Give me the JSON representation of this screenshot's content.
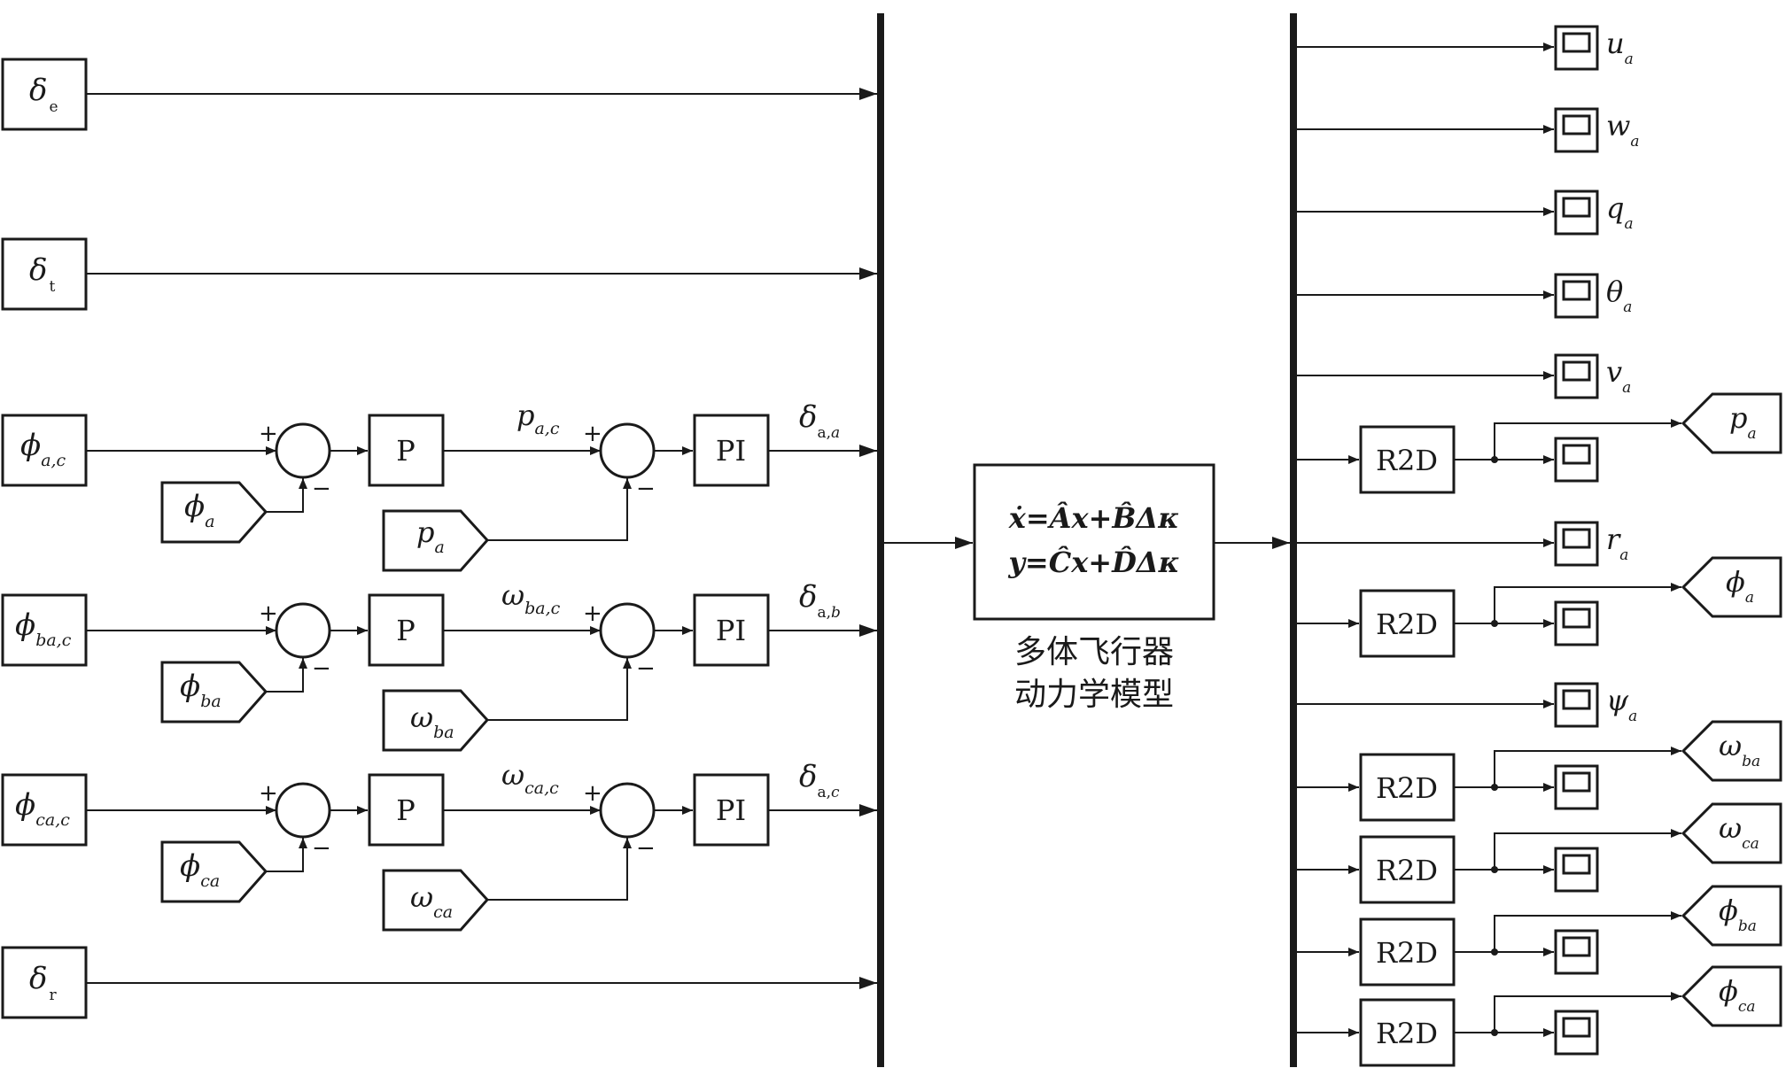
{
  "inputs": {
    "delta_e": {
      "main": "δ",
      "sub": "e"
    },
    "delta_t": {
      "main": "δ",
      "sub": "t"
    },
    "delta_r": {
      "main": "δ",
      "sub": "r"
    }
  },
  "loops": [
    {
      "ref": {
        "main": "ϕ",
        "sub": "a,c"
      },
      "feedback1": {
        "main": "ϕ",
        "sub": "a"
      },
      "outer_gain": "P",
      "inner_ref": {
        "main": "p",
        "sub": "a,c"
      },
      "feedback2": {
        "main": "p",
        "sub": "a"
      },
      "inner_gain": "PI",
      "output": {
        "main": "δ",
        "sub": "a,",
        "sub2": "a"
      }
    },
    {
      "ref": {
        "main": "ϕ",
        "sub": "ba,c"
      },
      "feedback1": {
        "main": "ϕ",
        "sub": "ba"
      },
      "outer_gain": "P",
      "inner_ref": {
        "main": "ω",
        "sub": "ba,c"
      },
      "feedback2": {
        "main": "ω",
        "sub": "ba"
      },
      "inner_gain": "PI",
      "output": {
        "main": "δ",
        "sub": "a,",
        "sub2": "b"
      }
    },
    {
      "ref": {
        "main": "ϕ",
        "sub": "ca,c"
      },
      "feedback1": {
        "main": "ϕ",
        "sub": "ca"
      },
      "outer_gain": "P",
      "inner_ref": {
        "main": "ω",
        "sub": "ca,c"
      },
      "feedback2": {
        "main": "ω",
        "sub": "ca"
      },
      "inner_gain": "PI",
      "output": {
        "main": "δ",
        "sub": "a,",
        "sub2": "c"
      }
    }
  ],
  "signs": {
    "plus": "+",
    "minus": "−"
  },
  "model": {
    "eq1": "ẋ=Âx+B̂Δκ",
    "eq2": "y=Ĉx+D̂Δκ",
    "caption_line1": "多体飞行器",
    "caption_line2": "动力学模型"
  },
  "converter_label": "R2D",
  "outputs": [
    {
      "main": "u",
      "sub": "a"
    },
    {
      "main": "w",
      "sub": "a"
    },
    {
      "main": "q",
      "sub": "a"
    },
    {
      "main": "θ",
      "sub": "a"
    },
    {
      "main": "v",
      "sub": "a"
    },
    {
      "main": "r",
      "sub": "a"
    },
    {
      "main": "ψ",
      "sub": "a"
    }
  ],
  "goto_tags": [
    {
      "main": "p",
      "sub": "a"
    },
    {
      "main": "ϕ",
      "sub": "a"
    },
    {
      "main": "ω",
      "sub": "ba"
    },
    {
      "main": "ω",
      "sub": "ca"
    },
    {
      "main": "ϕ",
      "sub": "ba"
    },
    {
      "main": "ϕ",
      "sub": "ca"
    }
  ]
}
